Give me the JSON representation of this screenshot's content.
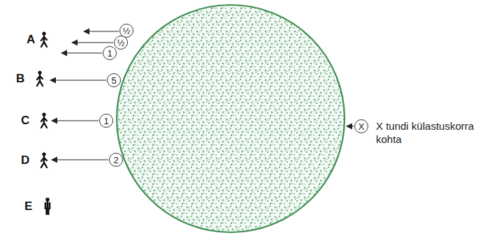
{
  "diagram": {
    "nodes": [
      {
        "text": [
          "½"
        ]
      },
      {
        "text": [
          "½"
        ]
      },
      {
        "text": [
          "1"
        ]
      },
      {
        "text": [
          "5"
        ]
      },
      {
        "text": [
          "1"
        ]
      },
      {
        "text": [
          "2"
        ]
      },
      {
        "text": [
          "X"
        ]
      }
    ],
    "labels": [
      "A",
      "B",
      "C",
      "D",
      "E",
      "X tundi külastuskorra kohta"
    ]
  }
}
